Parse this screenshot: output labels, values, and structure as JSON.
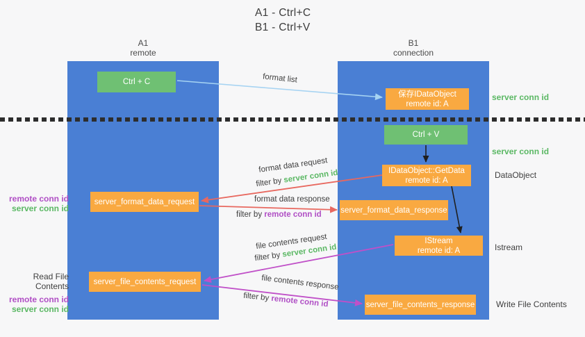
{
  "title": {
    "line1": "A1 - Ctrl+C",
    "line2": "B1 - Ctrl+V"
  },
  "columns": {
    "left": {
      "name": "A1",
      "role": "remote"
    },
    "right": {
      "name": "B1",
      "role": "connection"
    }
  },
  "nodes": {
    "ctrl_c": {
      "label": "Ctrl + C"
    },
    "ctrl_v": {
      "label": "Ctrl + V"
    },
    "save_idataobject": {
      "line1": "保存IDataObject",
      "line2": "remote id: A"
    },
    "getdata": {
      "line1": "IDataObject::GetData",
      "line2": "remote id: A"
    },
    "istream": {
      "line1": "IStream",
      "line2": "remote id: A"
    },
    "format_data_request": {
      "label": "server_format_data_request"
    },
    "format_data_response": {
      "label": "server_format_data_response"
    },
    "file_contents_request": {
      "label": "server_file_contents_request"
    },
    "file_contents_response": {
      "label": "server_file_contents_response"
    }
  },
  "edge_labels": {
    "format_list": "format list",
    "format_data_request": "format data request",
    "format_data_response": "format data response",
    "file_contents_request": "file contents request",
    "file_contents_response": "file contents response",
    "filter_by": "filter by",
    "server_conn_id": "server conn id",
    "remote_conn_id": "remote conn id"
  },
  "side_labels": {
    "server_conn_id_top": "server conn id",
    "server_conn_id_mid": "server conn id",
    "dataobject": "DataObject",
    "istream": "Istream",
    "write_file_contents": "Write File Contents",
    "read_file_contents": "Read File Contents",
    "remote_conn_id_left_top": "remote conn id",
    "server_conn_id_left_top": "server conn id",
    "remote_conn_id_left_bottom": "remote conn id",
    "server_conn_id_left_bottom": "server conn id"
  },
  "colors": {
    "background": "#f7f7f8",
    "column_blue": "#4a7fd4",
    "node_orange": "#f9a941",
    "key_green": "#6fc073",
    "accent_green_text": "#5bb864",
    "accent_purple_text": "#b04fc5",
    "arrow_salmon": "#e8685f",
    "arrow_magenta": "#c050c8",
    "arrow_lightblue": "#a6d3f2",
    "arrow_black": "#1f1f1f",
    "dotted_line": "#2d2d2d"
  }
}
